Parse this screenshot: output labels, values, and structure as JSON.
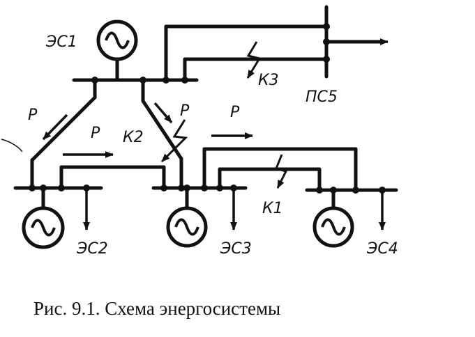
{
  "labels": {
    "es1": "ЭС1",
    "es2": "ЭС2",
    "es3": "ЭС3",
    "es4": "ЭС4",
    "ps5": "ПС5",
    "k1": "К1",
    "k2": "К2",
    "k3": "К3",
    "p_left": "Р",
    "p_mid": "Р",
    "p_right1": "Р",
    "p_right2": "Р"
  },
  "caption": "Рис. 9.1. Схема энергосистемы"
}
